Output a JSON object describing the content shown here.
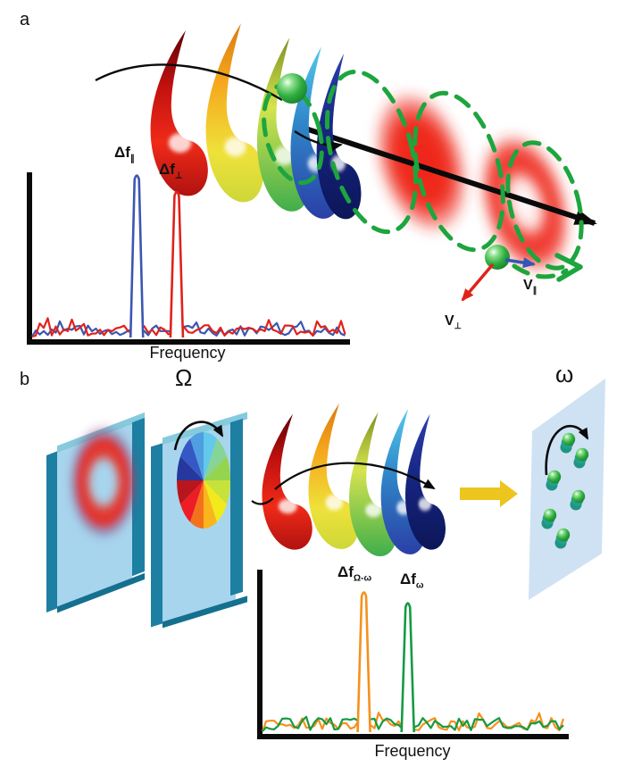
{
  "figure": {
    "panel_a": {
      "label": "a",
      "spectrum": {
        "peaks": [
          {
            "base": "Δf",
            "sub": "∥",
            "color": "#3b57b0"
          },
          {
            "base": "Δf",
            "sub": "⊥",
            "color": "#e0221c"
          }
        ],
        "xlabel": "Frequency"
      },
      "velocity_labels": {
        "parallel": {
          "base": "V",
          "sub": "∥"
        },
        "perpendicular": {
          "base": "V",
          "sub": "⊥"
        }
      }
    },
    "panel_b": {
      "label": "b",
      "rotation_labels": {
        "plate": "Ω",
        "screen": "ω"
      },
      "spectrum": {
        "peaks": [
          {
            "base": "Δf",
            "sub": "Ω-ω",
            "color": "#f5911d"
          },
          {
            "base": "Δf",
            "sub": "ω",
            "color": "#169a44"
          }
        ],
        "xlabel": "Frequency"
      }
    }
  },
  "chart_data": [
    {
      "type": "line",
      "title": "Heterodyne spectrum, panel a",
      "xlabel": "Frequency",
      "ylabel": "",
      "axes": "L-shaped black axes, no ticks, no gridlines",
      "series": [
        {
          "name": "Δf∥",
          "color": "#3b57b0",
          "peak_x_frac": 0.333,
          "peak_height_frac": 1.0,
          "noise_floor_frac": 0.04
        },
        {
          "name": "Δf⊥",
          "color": "#e0221c",
          "peak_x_frac": 0.46,
          "peak_height_frac": 0.9,
          "noise_floor_frac": 0.04
        }
      ]
    },
    {
      "type": "line",
      "title": "Heterodyne spectrum, panel b",
      "xlabel": "Frequency",
      "ylabel": "",
      "axes": "L-shaped black axes, no ticks, no gridlines",
      "series": [
        {
          "name": "Δf Ω-ω",
          "color": "#f5911d",
          "peak_x_frac": 0.335,
          "peak_height_frac": 0.92,
          "noise_floor_frac": 0.05
        },
        {
          "name": "Δf ω",
          "color": "#169a44",
          "peak_x_frac": 0.48,
          "peak_height_frac": 0.85,
          "noise_floor_frac": 0.05
        }
      ]
    }
  ],
  "colors": {
    "spiral_green": "#1da53e",
    "beam_red": "#ee2a1c",
    "v_parallel_blue": "#3156b8",
    "v_perp_red": "#e0221c",
    "plate_edge_teal": "#1d7fa2",
    "plate_face_blue": "#a7d5ee",
    "screen_face_blue": "#cfe2f3",
    "yellow_arrow": "#ecc51e",
    "axis_black": "#0a0a0a"
  }
}
